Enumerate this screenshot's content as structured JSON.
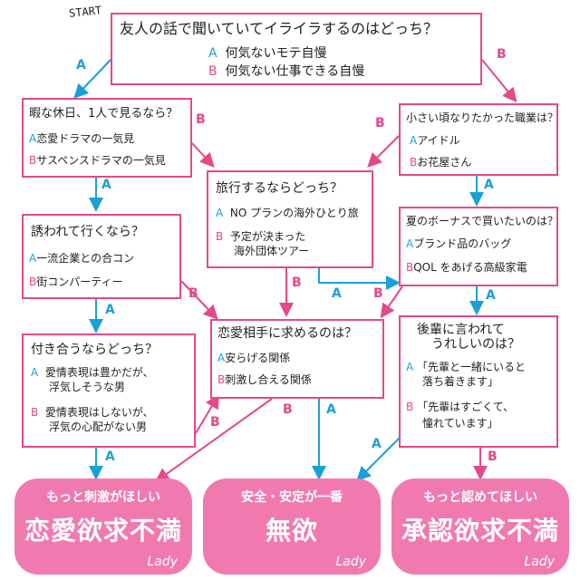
{
  "start": "START",
  "q1": {
    "question": "友人の話で聞いていてイライラするのはどっち？",
    "a_key": "A",
    "a": "何気ないモテ自慢",
    "b_key": "B",
    "b": "何気ない仕事できる自慢"
  },
  "q2": {
    "question": "暇な休日、1人で見るなら？",
    "a_key": "A",
    "a": "恋愛ドラマの一気見",
    "b_key": "B",
    "b": "サスペンスドラマの一気見"
  },
  "q3": {
    "question": "小さい頃なりたかった職業は？",
    "a_key": "A",
    "a": "アイドル",
    "b_key": "B",
    "b": "お花屋さん"
  },
  "q4": {
    "question": "旅行するならどっち？",
    "a_key": "A",
    "a": "NO プランの海外ひとり旅",
    "b_key": "B",
    "b1": "予定が決まった",
    "b2": "海外団体ツアー"
  },
  "q5": {
    "question": "誘われて行くなら？",
    "a_key": "A",
    "a": "一流企業との合コン",
    "b_key": "B",
    "b": "街コンパーティー"
  },
  "q6": {
    "question": "夏のボーナスで買いたいのは？",
    "a_key": "A",
    "a": "ブランド品のバッグ",
    "b_key": "B",
    "b": "QOL をあげる高級家電"
  },
  "q7": {
    "question": "付き合うならどっち？",
    "a_key": "A",
    "a1": "愛情表現は豊かだが、",
    "a2": "浮気しそうな男",
    "b_key": "B",
    "b1": "愛情表現はしないが、",
    "b2": "浮気の心配がない男"
  },
  "q8": {
    "question": "恋愛相手に求めるのは？",
    "a_key": "A",
    "a": "安らげる関係",
    "b_key": "B",
    "b": "刺激し合える関係"
  },
  "q9": {
    "question1": "後輩に言われて",
    "question2": "うれしいのは？",
    "a_key": "A",
    "a1": "「先輩と一緒にいると",
    "a2": "落ち着きます」",
    "b_key": "B",
    "b1": "「先輩はすごくて、",
    "b2": "憧れています」"
  },
  "results": [
    {
      "tag": "もっと刺激がほしい",
      "name": "恋愛欲求不満",
      "lady": "Lady"
    },
    {
      "tag": "安全・安定が一番",
      "name": "無欲",
      "lady": "Lady"
    },
    {
      "tag": "もっと認めてほしい",
      "name": "承認欲求不満",
      "lady": "Lady"
    }
  ],
  "edge_labels": {
    "a": "A",
    "b": "B"
  },
  "colors": {
    "pink": "#e4498a",
    "blue": "#1aa0d8",
    "result_bg": "#f07ab0"
  }
}
